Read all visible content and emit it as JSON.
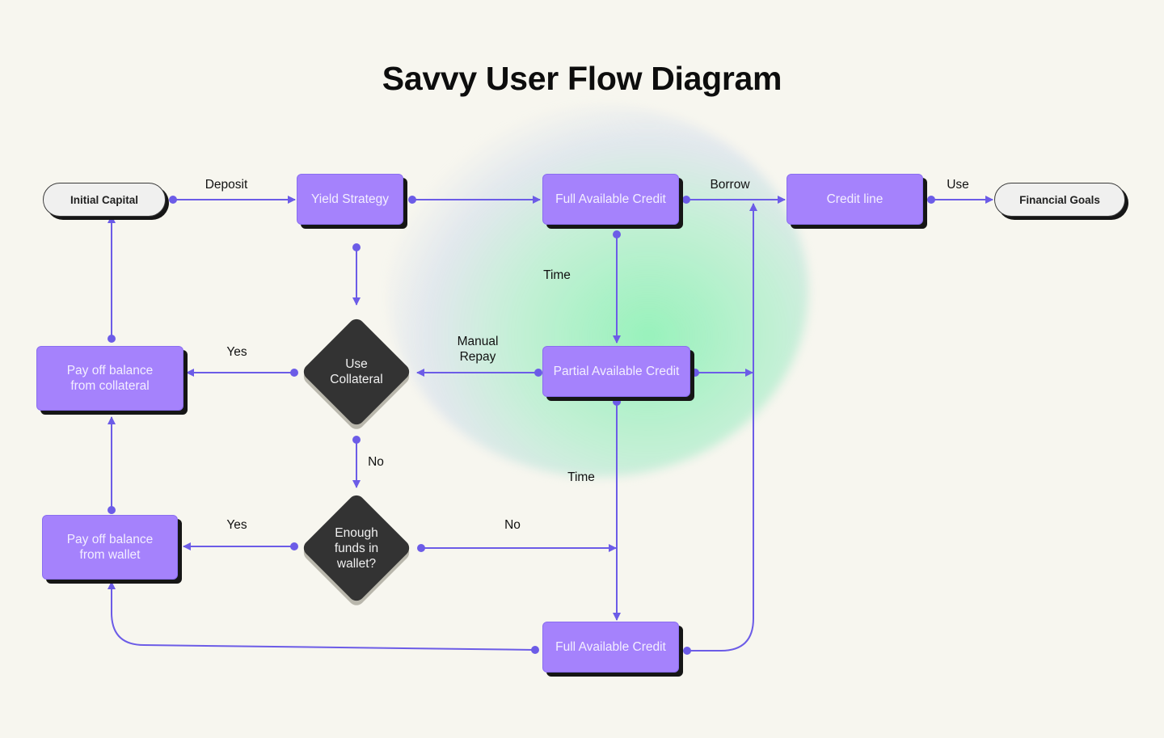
{
  "title": "Savvy User Flow Diagram",
  "colors": {
    "background": "#f7f6ef",
    "process_node": "#a582fc",
    "decision_node": "#333333",
    "terminal_node": "#f0f0ef",
    "connector": "#6c5ce7"
  },
  "nodes": {
    "initial_capital": "Initial Capital",
    "yield_strategy": "Yield Strategy",
    "full_credit_top": "Full Available Credit",
    "credit_line": "Credit line",
    "financial_goals": "Financial Goals",
    "pay_collateral": "Pay off balance from collateral",
    "use_collateral": "Use Collateral",
    "partial_credit": "Partial Available Credit",
    "pay_wallet": "Pay off balance from wallet",
    "enough_funds": "Enough funds in wallet?",
    "full_credit_bottom": "Full Available Credit"
  },
  "edge_labels": {
    "deposit": "Deposit",
    "borrow": "Borrow",
    "use": "Use",
    "time_top": "Time",
    "manual_repay": "Manual Repay",
    "yes_collateral": "Yes",
    "no_collateral": "No",
    "time_bottom": "Time",
    "yes_wallet": "Yes",
    "no_wallet": "No"
  }
}
